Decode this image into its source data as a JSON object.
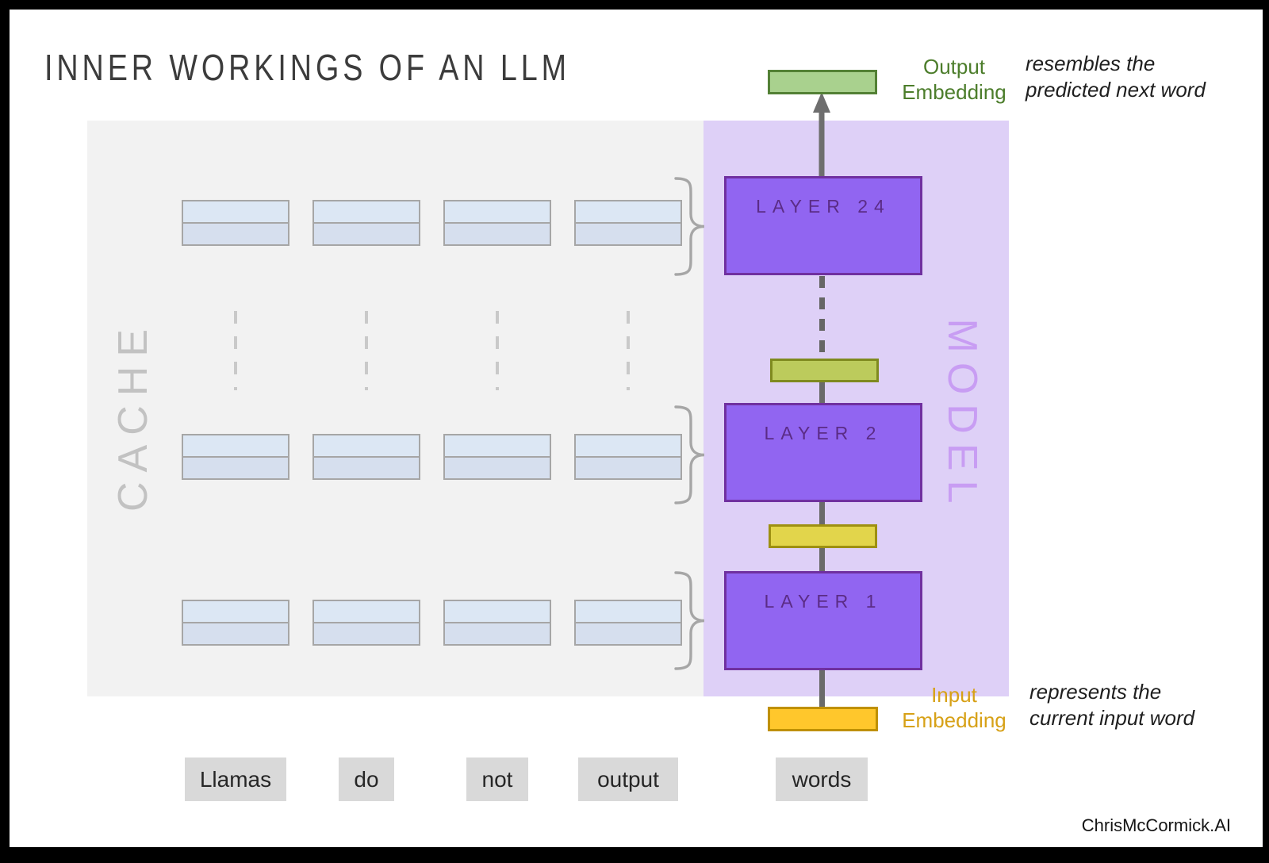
{
  "title": "INNER WORKINGS OF AN LLM",
  "credit": "ChrisMcCormick.AI",
  "cache": {
    "label": "CACHE",
    "rows": 3,
    "columns": 4
  },
  "model": {
    "label": "MODEL",
    "layers": [
      "LAYER 24",
      "LAYER 2",
      "LAYER 1"
    ]
  },
  "output_embedding": {
    "label": "Output\nEmbedding",
    "note": "resembles the\npredicted next word"
  },
  "input_embedding": {
    "label": "Input\nEmbedding",
    "note": "represents the\ncurrent input word"
  },
  "words": {
    "cached": [
      "Llamas",
      "do",
      "not",
      "output"
    ],
    "current": "words"
  },
  "colors": {
    "cache_bg": "#f2f2f2",
    "model_bg": "#ded0f7",
    "layer_fill": "#9165f1",
    "layer_border": "#7030a0",
    "output_embedding_fill": "#a9d18e",
    "output_embedding_border": "#538135",
    "input_embedding_fill": "#ffc72c",
    "input_embedding_border": "#bf9000",
    "hidden_state_olive_fill": "#bccb5c",
    "hidden_state_olive_border": "#7f8a1f",
    "hidden_state_yellow_fill": "#e2d54b",
    "hidden_state_yellow_border": "#9e9011",
    "cache_cell_top": "#dce7f4",
    "cache_cell_bottom": "#d6dfee",
    "word_box_fill": "#d9d9d9",
    "connector": "#6a6a6a"
  }
}
